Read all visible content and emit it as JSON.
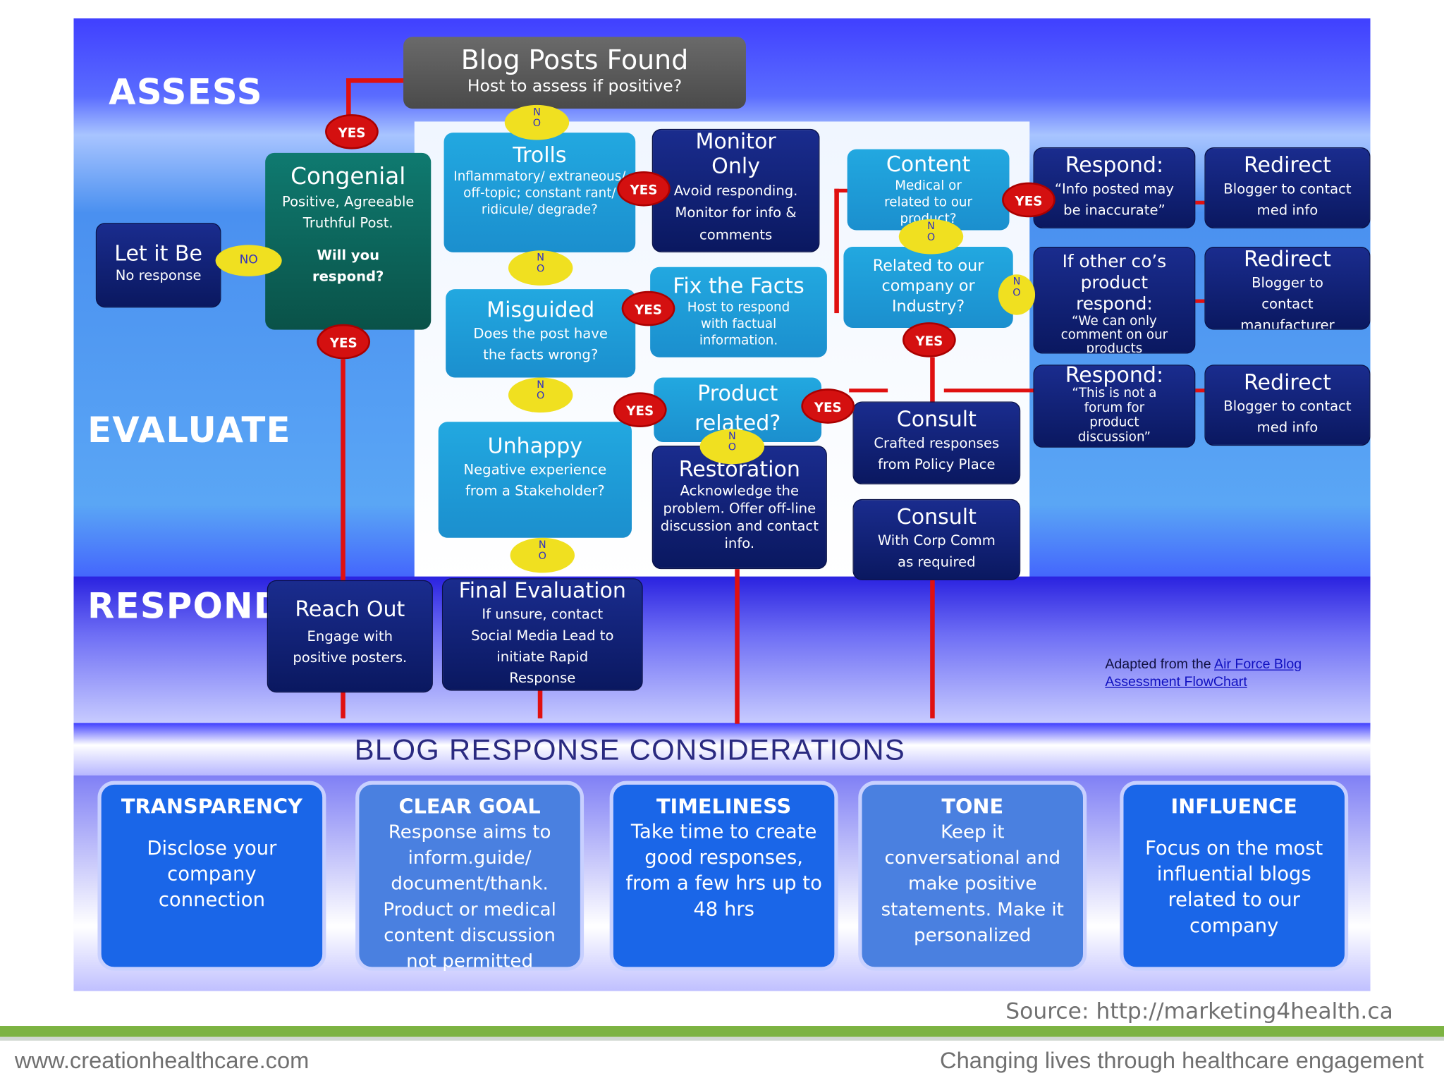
{
  "sections": {
    "assess": "ASSESS",
    "evaluate": "EVALUATE",
    "respond": "RESPOND"
  },
  "nodes": {
    "blog_posts_found": {
      "title": "Blog Posts Found",
      "sub": "Host to assess if positive?"
    },
    "let_it_be": {
      "title": "Let it Be",
      "sub": "No response"
    },
    "congenial": {
      "title": "Congenial",
      "sub": "Positive, Agreeable Truthful Post.",
      "q": "Will you respond?"
    },
    "trolls": {
      "title": "Trolls",
      "sub": "Inflammatory/ extraneous/ off-topic; constant rant/ ridicule/ degrade?"
    },
    "monitor_only": {
      "title": "Monitor Only",
      "sub": "Avoid responding. Monitor for info & comments"
    },
    "misguided": {
      "title": "Misguided",
      "sub": "Does the post have the facts wrong?"
    },
    "fix_facts": {
      "title": "Fix the Facts",
      "sub": "Host to respond with factual information."
    },
    "unhappy": {
      "title": "Unhappy",
      "sub": "Negative experience from a Stakeholder?"
    },
    "product_related": {
      "title": "Product related?"
    },
    "restoration": {
      "title": "Restoration",
      "sub": "Acknowledge the problem. Offer off-line discussion and contact info."
    },
    "content": {
      "title": "Content",
      "sub": "Medical or related to our product?"
    },
    "related_company": {
      "title": "Related to our company or Industry?"
    },
    "consult_policy": {
      "title": "Consult",
      "sub": "Crafted responses from Policy Place"
    },
    "consult_corp": {
      "title": "Consult",
      "sub": "With Corp Comm as required"
    },
    "respond_inaccurate": {
      "title": "Respond:",
      "sub": "“Info posted may be inaccurate”"
    },
    "redirect_med1": {
      "title": "Redirect",
      "sub": "Blogger to contact med info"
    },
    "other_product": {
      "title": "If other co’s product respond:",
      "sub": "“We can only comment on our products"
    },
    "redirect_manufacturer": {
      "title": "Redirect",
      "sub": "Blogger to contact manufacturer"
    },
    "respond_forum": {
      "title": "Respond:",
      "sub": "“This is not a forum for product discussion”"
    },
    "redirect_med2": {
      "title": "Redirect",
      "sub": "Blogger to contact med info"
    },
    "reach_out": {
      "title": "Reach Out",
      "sub": "Engage with positive posters."
    },
    "final_eval": {
      "title": "Final Evaluation",
      "sub": "If unsure, contact Social Media Lead to initiate Rapid Response"
    }
  },
  "labels": {
    "yes": "YES",
    "no": "NO",
    "n": "N",
    "o": "O"
  },
  "attribution": {
    "prefix": "Adapted from the",
    "link": "Air Force Blog Assessment FlowChart"
  },
  "considerations": {
    "title": "BLOG RESPONSE CONSIDERATIONS",
    "cards": [
      {
        "title": "TRANSPARENCY",
        "body": "Disclose your company connection"
      },
      {
        "title": "CLEAR GOAL",
        "body": "Response aims to inform.guide/ document/thank. Product or medical content discussion not permitted"
      },
      {
        "title": "TIMELINESS",
        "body": "Take time to create good responses, from a few hrs up to 48 hrs"
      },
      {
        "title": "TONE",
        "body": "Keep it conversational and make positive statements.  Make it personalized"
      },
      {
        "title": "INFLUENCE",
        "body": "Focus on the most influential blogs related to our company"
      }
    ]
  },
  "source": "Source: http://marketing4health.ca",
  "footer": {
    "left": "www.creationhealthcare.com",
    "right": "Changing lives through healthcare engagement"
  },
  "colors": {
    "navy": "#0a1860",
    "cyan": "#1b8fce",
    "teal": "#0a5248",
    "yes": "#d41010",
    "no": "#f0e020",
    "footer_green": "#7cb342"
  }
}
